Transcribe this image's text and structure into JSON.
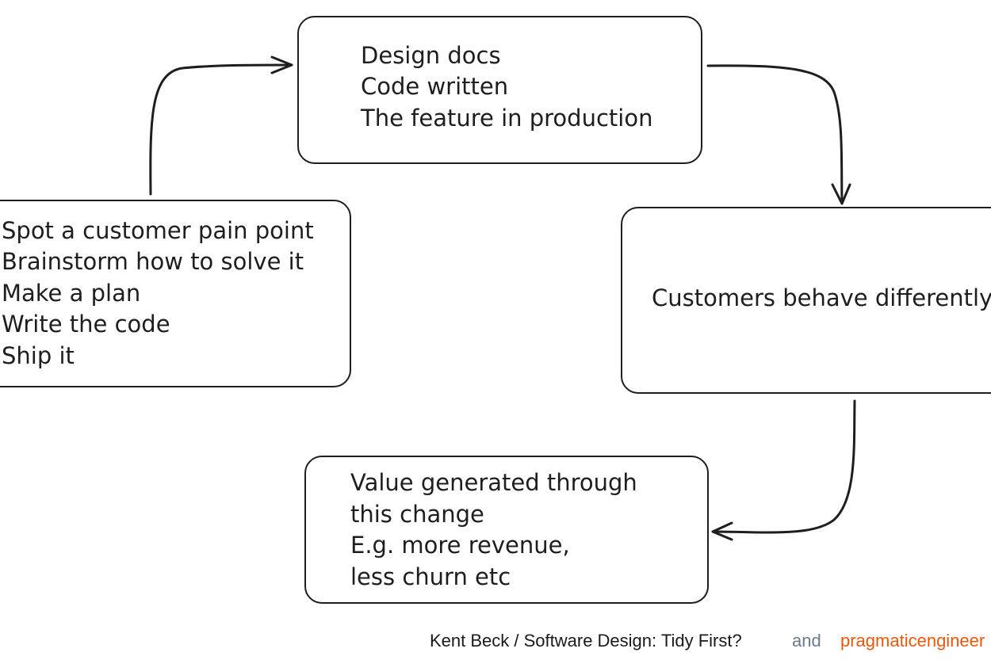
{
  "nodes": {
    "top": {
      "lines": [
        "Design docs",
        "Code written",
        "The feature in production"
      ]
    },
    "left": {
      "lines": [
        "Spot a customer pain point",
        "Brainstorm how to solve it",
        "Make a plan",
        "Write the code",
        "Ship it"
      ]
    },
    "right": {
      "lines": [
        "Customers behave differently"
      ]
    },
    "bottom": {
      "lines": [
        "Value generated through",
        "this change",
        "E.g. more revenue,",
        "less churn etc"
      ]
    }
  },
  "footer": {
    "source": "Kent Beck / Software Design: Tidy First?",
    "conjunction": "and",
    "brand": "pragmaticengineer"
  },
  "colors": {
    "stroke": "#1e1e1e",
    "footer_text": "#1a1a1a",
    "footer_and": "#6b7a8c",
    "brand": "#ea580c"
  }
}
